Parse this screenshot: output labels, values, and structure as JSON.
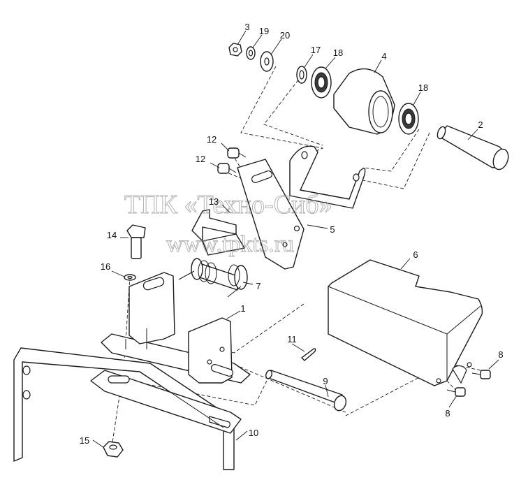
{
  "watermark": {
    "company": "ТПК «Техно-Сиб»",
    "website": "www.tpkts.ru"
  },
  "callouts": [
    {
      "id": "c1",
      "label": "1"
    },
    {
      "id": "c2",
      "label": "2"
    },
    {
      "id": "c3",
      "label": "3"
    },
    {
      "id": "c4",
      "label": "4"
    },
    {
      "id": "c5",
      "label": "5"
    },
    {
      "id": "c6",
      "label": "6"
    },
    {
      "id": "c7",
      "label": "7"
    },
    {
      "id": "c8a",
      "label": "8"
    },
    {
      "id": "c8b",
      "label": "8"
    },
    {
      "id": "c9",
      "label": "9"
    },
    {
      "id": "c10",
      "label": "10"
    },
    {
      "id": "c11",
      "label": "11"
    },
    {
      "id": "c12a",
      "label": "12"
    },
    {
      "id": "c12b",
      "label": "12"
    },
    {
      "id": "c13",
      "label": "13"
    },
    {
      "id": "c14",
      "label": "14"
    },
    {
      "id": "c15",
      "label": "15"
    },
    {
      "id": "c16",
      "label": "16"
    },
    {
      "id": "c17",
      "label": "17"
    },
    {
      "id": "c18a",
      "label": "18"
    },
    {
      "id": "c18b",
      "label": "18"
    },
    {
      "id": "c19",
      "label": "19"
    },
    {
      "id": "c20",
      "label": "20"
    }
  ]
}
